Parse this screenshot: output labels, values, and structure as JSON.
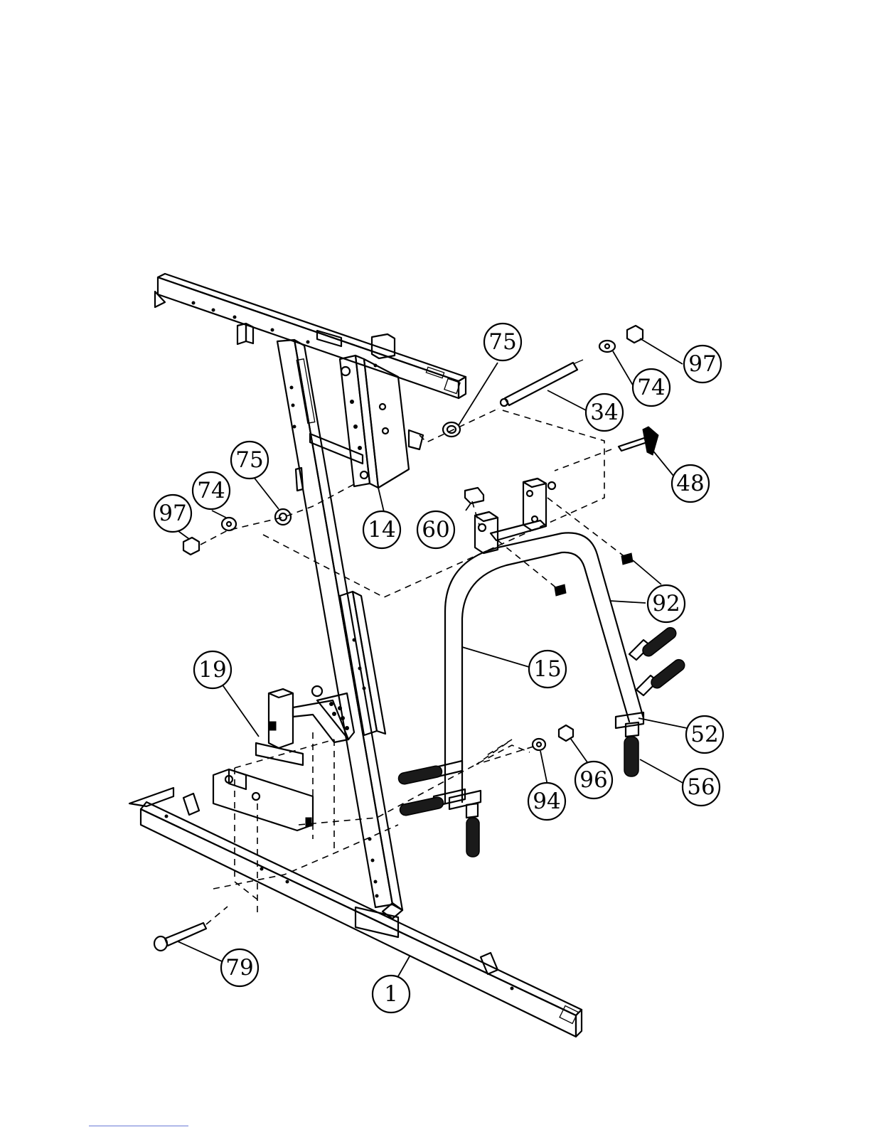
{
  "callouts": [
    {
      "label": "75"
    },
    {
      "label": "97"
    },
    {
      "label": "74"
    },
    {
      "label": "34"
    },
    {
      "label": "48"
    },
    {
      "label": "75"
    },
    {
      "label": "74"
    },
    {
      "label": "97"
    },
    {
      "label": "14"
    },
    {
      "label": "60"
    },
    {
      "label": "92"
    },
    {
      "label": "15"
    },
    {
      "label": "19"
    },
    {
      "label": "52"
    },
    {
      "label": "96"
    },
    {
      "label": "94"
    },
    {
      "label": "56"
    },
    {
      "label": "79"
    },
    {
      "label": "1"
    }
  ]
}
